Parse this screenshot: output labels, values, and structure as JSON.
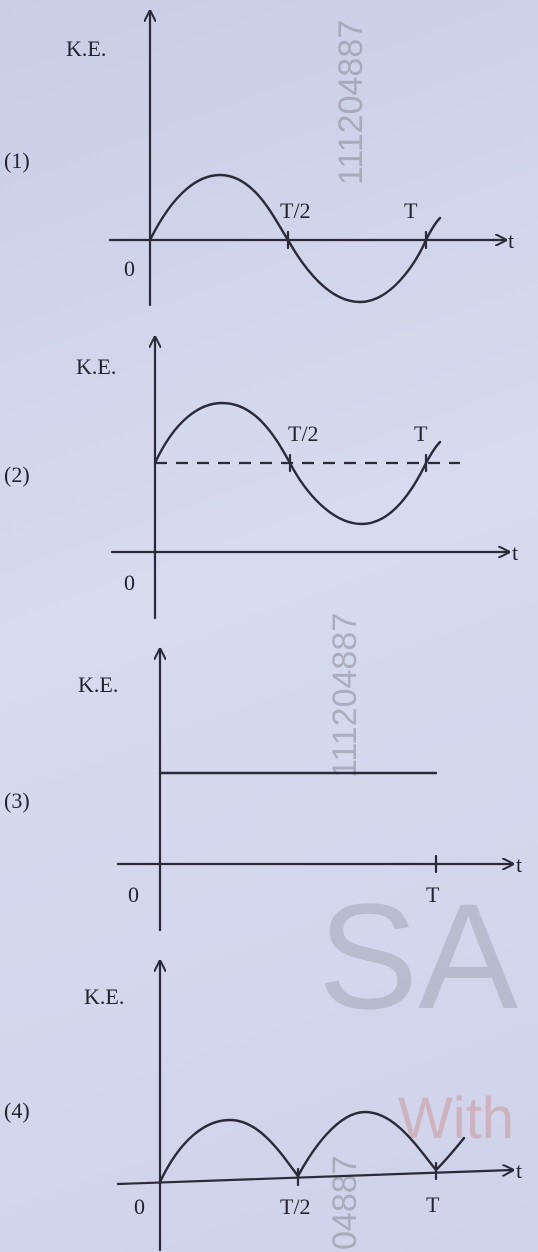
{
  "options": [
    {
      "number": "(1)",
      "ylabel": "K.E.",
      "xlabel": "t",
      "origin": "0",
      "tick_half": "T/2",
      "tick_full": "T"
    },
    {
      "number": "(2)",
      "ylabel": "K.E.",
      "xlabel": "t",
      "origin": "0",
      "tick_half": "T/2",
      "tick_full": "T"
    },
    {
      "number": "(3)",
      "ylabel": "K.E.",
      "xlabel": "t",
      "origin": "0",
      "tick_full": "T"
    },
    {
      "number": "(4)",
      "ylabel": "K.E.",
      "xlabel": "t",
      "origin": "0",
      "tick_half": "T/2",
      "tick_full": "T"
    }
  ],
  "watermarks": {
    "id1": "111204887",
    "id2": "111204887",
    "id3": "04887",
    "brand": "SA",
    "brand_sub": "With"
  }
}
